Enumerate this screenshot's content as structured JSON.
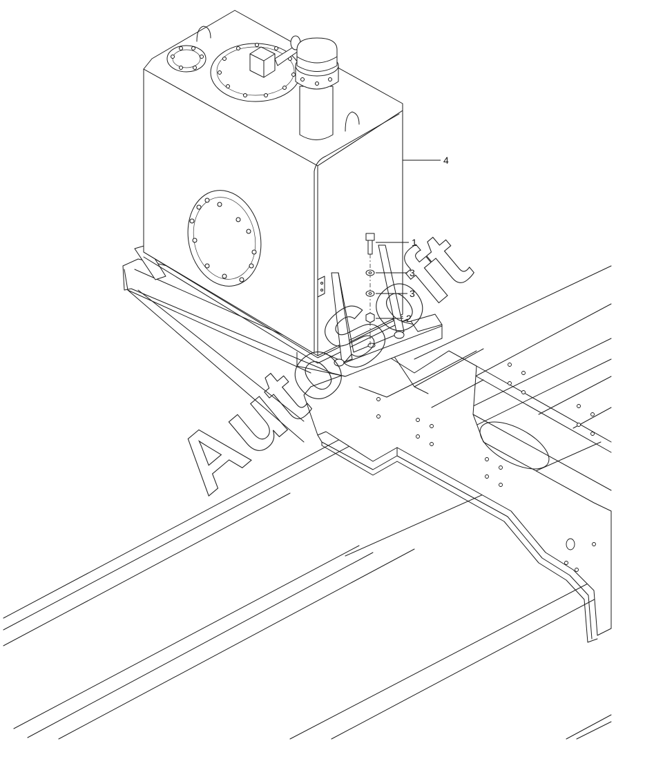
{
  "callouts": [
    {
      "label": "1",
      "part": "bolt"
    },
    {
      "label": "3",
      "part": "washer"
    },
    {
      "label": "3",
      "part": "washer"
    },
    {
      "label": "2",
      "part": "nut"
    },
    {
      "label": "4",
      "part": "hydraulic-tank"
    }
  ],
  "watermark": "AutoSoft"
}
